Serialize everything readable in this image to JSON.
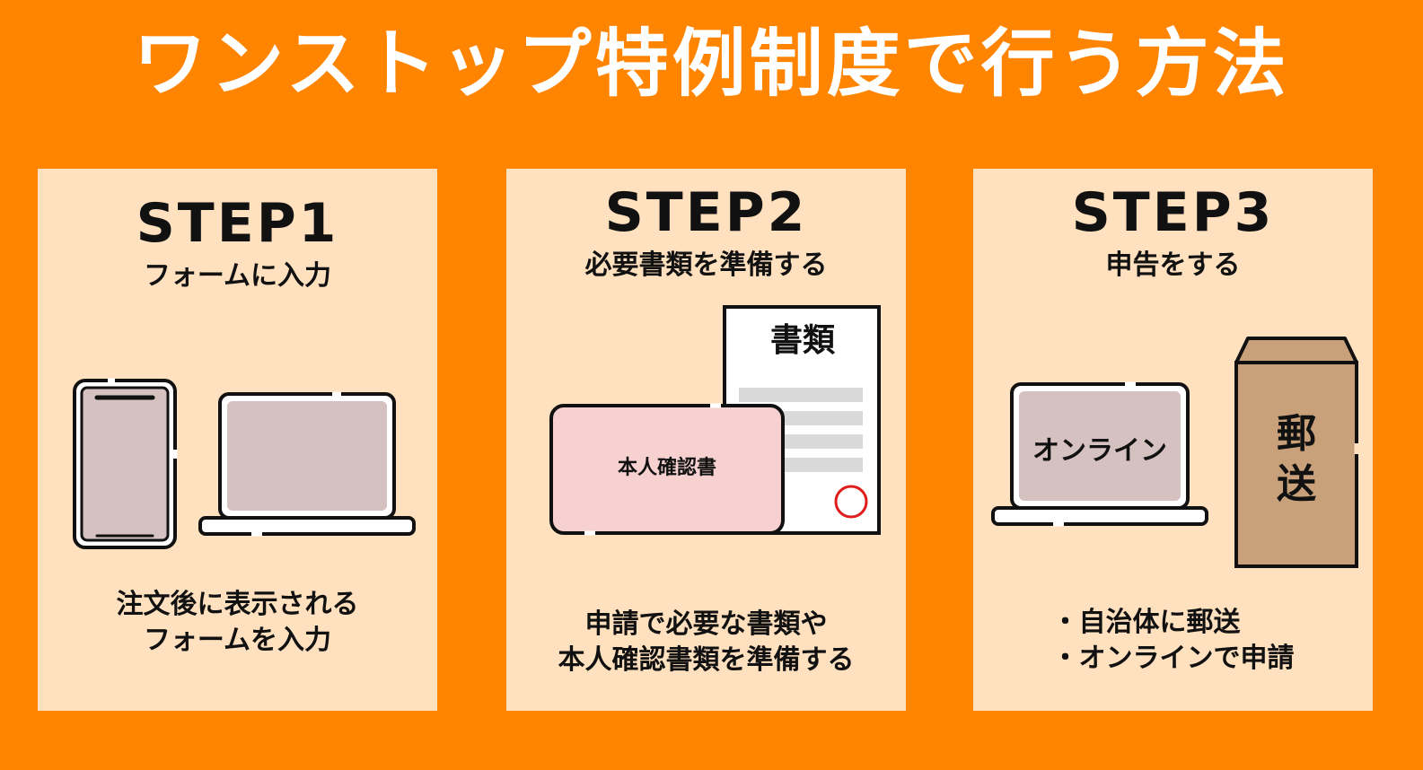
{
  "title": "ワンストップ特例制度で行う方法",
  "steps": [
    {
      "step": "STEP1",
      "subtitle": "フォームに入力",
      "desc": [
        "注文後に表示される",
        "フォームを入力"
      ],
      "icons": [
        "smartphone-icon",
        "laptop-icon"
      ]
    },
    {
      "step": "STEP2",
      "subtitle": "必要書類を準備する",
      "doc_label": "書類",
      "id_card_label": "本人確認書",
      "desc": [
        "申請で必要な書類や",
        "本人確認書類を準備する"
      ],
      "icons": [
        "document-icon",
        "id-card-icon",
        "seal-icon"
      ]
    },
    {
      "step": "STEP3",
      "subtitle": "申告をする",
      "laptop_label": "オンライン",
      "envelope_label": [
        "郵",
        "送"
      ],
      "desc": [
        "・自治体に郵送",
        "・オンラインで申請"
      ],
      "icons": [
        "laptop-icon",
        "envelope-icon"
      ]
    }
  ],
  "colors": {
    "background": "#ff8400",
    "panel": "#ffe0bf",
    "screen": "#d5c1c0",
    "card": "#f7d0d0",
    "envelope": "#c8a17a",
    "seal": "#e01b1b",
    "doc_bar": "#d9d9d9"
  }
}
